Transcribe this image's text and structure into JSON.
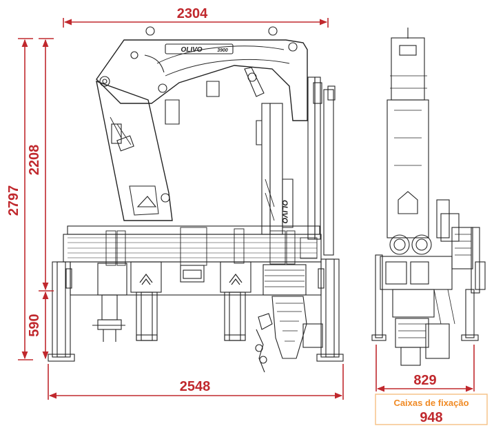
{
  "drawing": {
    "brand_logo": "OLIVO",
    "model_badge": "3900"
  },
  "dimensions": {
    "top_width": "2304",
    "left_total_height": "2797",
    "arm_height": "2208",
    "base_height": "590",
    "bottom_width": "2548",
    "side_width": "829",
    "fixing_box_label": "Caixas de fixação",
    "fixing_box_width": "948"
  },
  "colors": {
    "dimension": "#c0282d",
    "fixing_box_border": "#f6c48a",
    "fixing_box_label": "#f08a24",
    "drawing_line": "#222222"
  }
}
